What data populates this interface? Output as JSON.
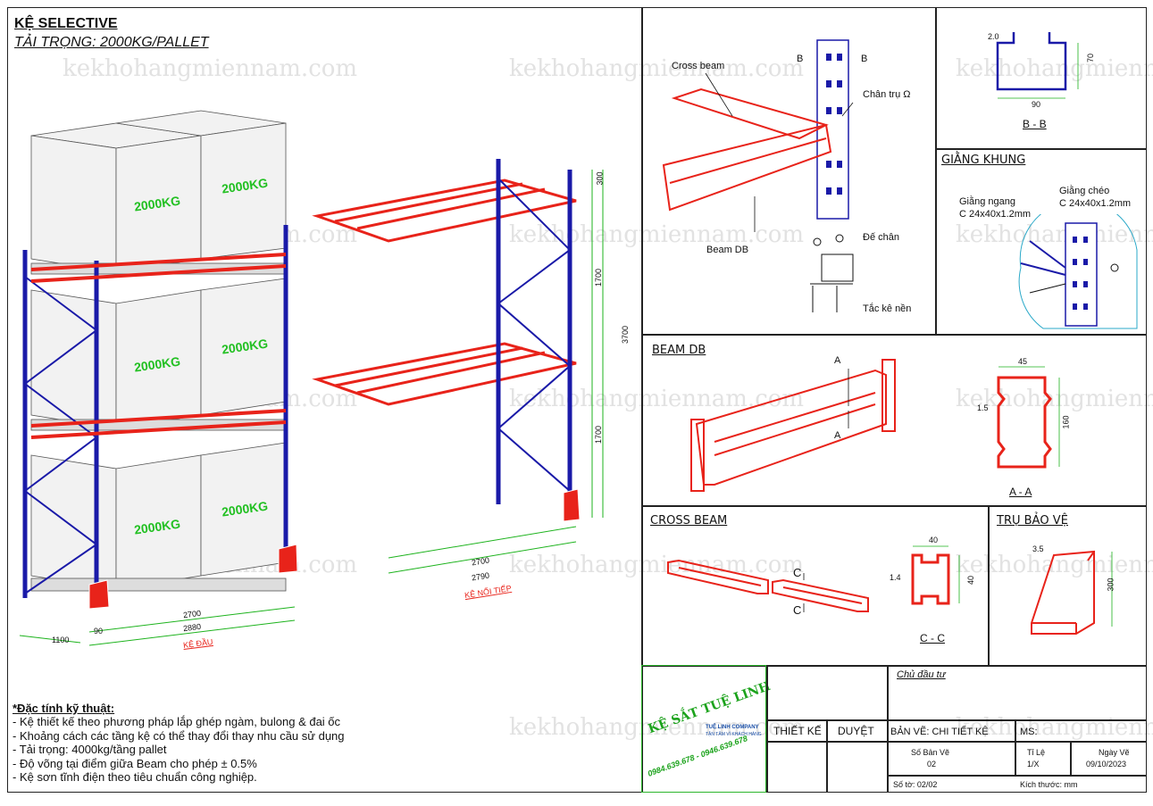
{
  "header": {
    "title": "KỆ SELECTIVE",
    "subtitle": "TẢI TRỌNG: 2000KG/PALLET"
  },
  "watermark": "kekhohangmiennam.com",
  "main_drawing": {
    "pallet_label": "2000KG",
    "dims": {
      "d1100": "1100",
      "d90": "90",
      "d2700a": "2700",
      "d2880": "2880",
      "ke_dau": "KỆ ĐẦU",
      "d2700b": "2700",
      "d2790": "2790",
      "ke_noi_tiep": "KỆ NỐI TIẾP",
      "d300": "300",
      "d1700a": "1700",
      "d1700b": "1700",
      "d3700": "3700"
    }
  },
  "specs": {
    "heading": "*Đặc tính kỹ thuật:",
    "items": [
      "- Kệ thiết kế theo phương pháp lắp ghép ngàm, bulong & đai ốc",
      "- Khoảng cách các tầng kệ có thể thay đổi thay nhu cầu sử dụng",
      "- Tải trọng: 4000kg/tầng pallet",
      "- Độ võng tại điểm giữa Beam cho phép ± 0.5%",
      "- Kệ sơn tĩnh điện theo tiêu chuẩn công nghiệp."
    ]
  },
  "detail_assembly": {
    "cross_beam": "Cross beam",
    "chan_tru": "Chân trụ Ω",
    "beam_db": "Beam DB",
    "de_chan": "Đế chân",
    "tac_ke": "Tắc kê nền",
    "b": "B"
  },
  "section_bb": {
    "d2": "2.0",
    "d70": "70",
    "d90": "90",
    "caption": "B - B"
  },
  "giang_khung": {
    "title": "GIẰNG KHUNG",
    "ngang_1": "Giằng ngang",
    "ngang_2": "C 24x40x1.2mm",
    "cheo_1": "Giằng chéo",
    "cheo_2": "C 24x40x1.2mm"
  },
  "beam_db": {
    "title": "BEAM DB",
    "a": "A",
    "d45": "45",
    "d15": "1.5",
    "d160": "160",
    "caption": "A - A"
  },
  "cross_beam": {
    "title": "CROSS BEAM",
    "c": "C",
    "d40a": "40",
    "d14": "1.4",
    "d40b": "40",
    "caption": "C - C"
  },
  "tru_bao_ve": {
    "title": "TRỤ BẢO VỆ",
    "d35": "3.5",
    "d300": "300"
  },
  "title_block": {
    "brand": "KỆ SẮT TUỆ LINH",
    "company": "TUỆ LINH COMPANY",
    "slogan": "TẬN TÂM VÌ KHÁCH HÀNG",
    "phones": "0984.639.678 - 0946.639.678",
    "owner": "Chủ đầu tư",
    "thiet_ke": "THIẾT KẾ",
    "duyet": "DUYỆT",
    "ban_ve": "BẢN VẼ: CHI TIẾT KỆ",
    "ms": "MS:",
    "so_ban_ve_label": "Số Bản Vẽ",
    "so_ban_ve": "02",
    "ti_le_label": "Tỉ Lệ",
    "ti_le": "1/X",
    "ngay_ve_label": "Ngày Vẽ",
    "ngay_ve": "09/10/2023",
    "so_to": "Số tờ: 02/02",
    "kich_thuoc": "Kích thước: mm"
  },
  "colors": {
    "upright": "#1a1aa8",
    "beam": "#e8231a",
    "dim": "#1db31d",
    "pallet_text": "#22c022"
  }
}
